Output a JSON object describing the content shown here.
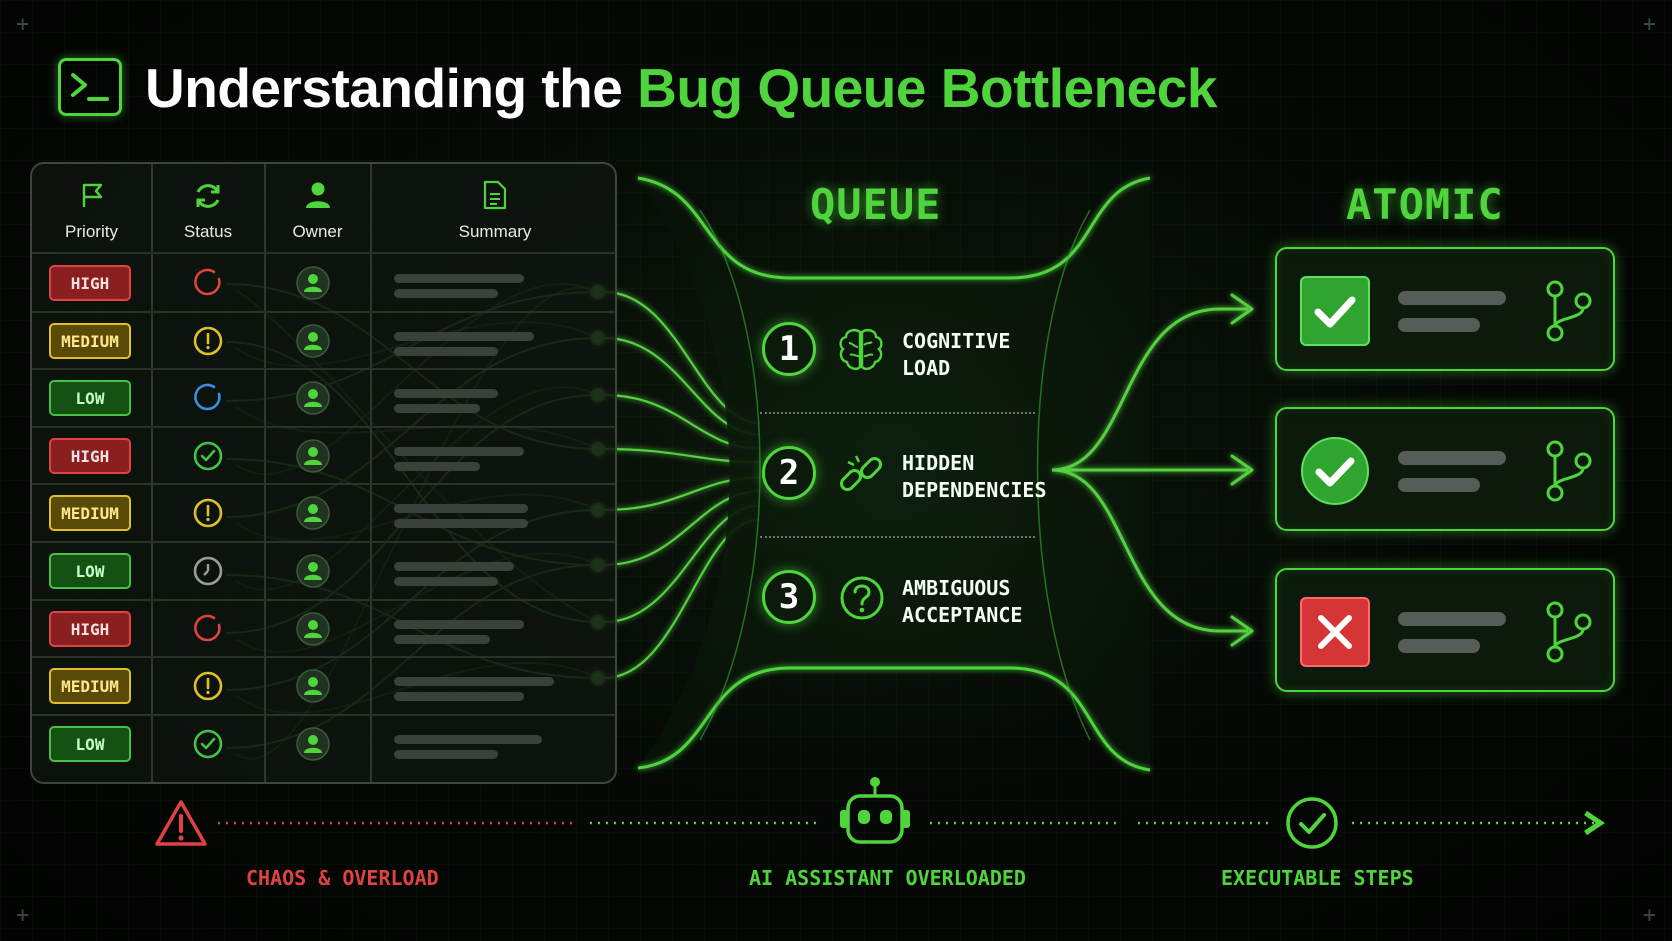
{
  "title": {
    "prefix": "Understanding the",
    "accent": "Bug Queue Bottleneck"
  },
  "colors": {
    "accent": "#4fd43d",
    "high": "#e04242",
    "medium": "#e0c02a",
    "low": "#46c046",
    "chaos": "#e04242",
    "background": "#050805"
  },
  "table": {
    "headers": [
      {
        "label": "Priority",
        "icon": "flag-icon"
      },
      {
        "label": "Status",
        "icon": "refresh-icon"
      },
      {
        "label": "Owner",
        "icon": "user-icon"
      },
      {
        "label": "Summary",
        "icon": "document-icon"
      }
    ],
    "rows": [
      {
        "priority": "HIGH",
        "status": "open-ring-icon"
      },
      {
        "priority": "MEDIUM",
        "status": "clock-alert-icon"
      },
      {
        "priority": "LOW",
        "status": "open-ring-icon"
      },
      {
        "priority": "HIGH",
        "status": "check-circle-icon"
      },
      {
        "priority": "MEDIUM",
        "status": "clock-alert-icon"
      },
      {
        "priority": "LOW",
        "status": "clock-icon"
      },
      {
        "priority": "HIGH",
        "status": "open-ring-icon"
      },
      {
        "priority": "MEDIUM",
        "status": "clock-alert-icon"
      },
      {
        "priority": "LOW",
        "status": "check-circle-icon"
      }
    ]
  },
  "queue": {
    "heading": "QUEUE",
    "items": [
      {
        "number": "1",
        "icon": "brain-icon",
        "line1": "COGNITIVE",
        "line2": "LOAD"
      },
      {
        "number": "2",
        "icon": "broken-link-icon",
        "line1": "HIDDEN",
        "line2": "DEPENDENCIES"
      },
      {
        "number": "3",
        "icon": "question-icon",
        "line1": "AMBIGUOUS",
        "line2": "ACCEPTANCE"
      }
    ]
  },
  "atomic": {
    "heading": "ATOMIC",
    "cards": [
      {
        "result": "check-square-icon"
      },
      {
        "result": "check-circle-icon"
      },
      {
        "result": "x-square-icon"
      }
    ]
  },
  "footer": {
    "chaos": "CHAOS & OVERLOAD",
    "ai": "AI ASSISTANT OVERLOADED",
    "steps": "EXECUTABLE STEPS"
  }
}
